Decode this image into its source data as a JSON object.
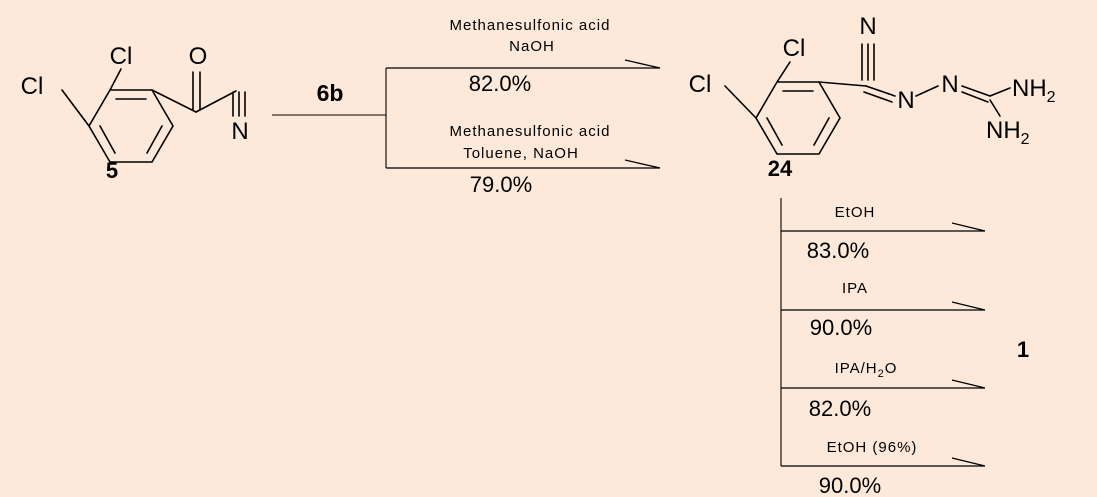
{
  "colors": {
    "background": "#fde9d9",
    "ink": "#000000"
  },
  "compounds": {
    "start": {
      "number": "5",
      "atoms": {
        "cl_top": "Cl",
        "cl_left": "Cl",
        "oxygen": "O",
        "nitrogen": "N"
      }
    },
    "reagent": {
      "label": "6b"
    },
    "intermediate": {
      "number": "24",
      "atoms": {
        "cl_top": "Cl",
        "cl_left": "Cl",
        "nitrile_n": "N",
        "n1": "N",
        "n2": "N",
        "nh2_top": "NH",
        "nh2_bottom": "NH",
        "sub2": "2"
      }
    },
    "product": {
      "number": "1"
    }
  },
  "step1_routes": [
    {
      "conditions": [
        "Methanesulfonic acid",
        "NaOH"
      ],
      "yield": "82.0%"
    },
    {
      "conditions": [
        "Methanesulfonic acid",
        "Toluene, NaOH"
      ],
      "yield": "79.0%"
    }
  ],
  "step2_routes": [
    {
      "solvent": "EtOH",
      "yield": "83.0%"
    },
    {
      "solvent": "IPA",
      "yield": "90.0%"
    },
    {
      "solvent_main": "IPA/H",
      "solvent_sub": "2",
      "solvent_end": "O",
      "yield": "82.0%"
    },
    {
      "solvent": "EtOH (96%)",
      "yield": "90.0%"
    }
  ]
}
